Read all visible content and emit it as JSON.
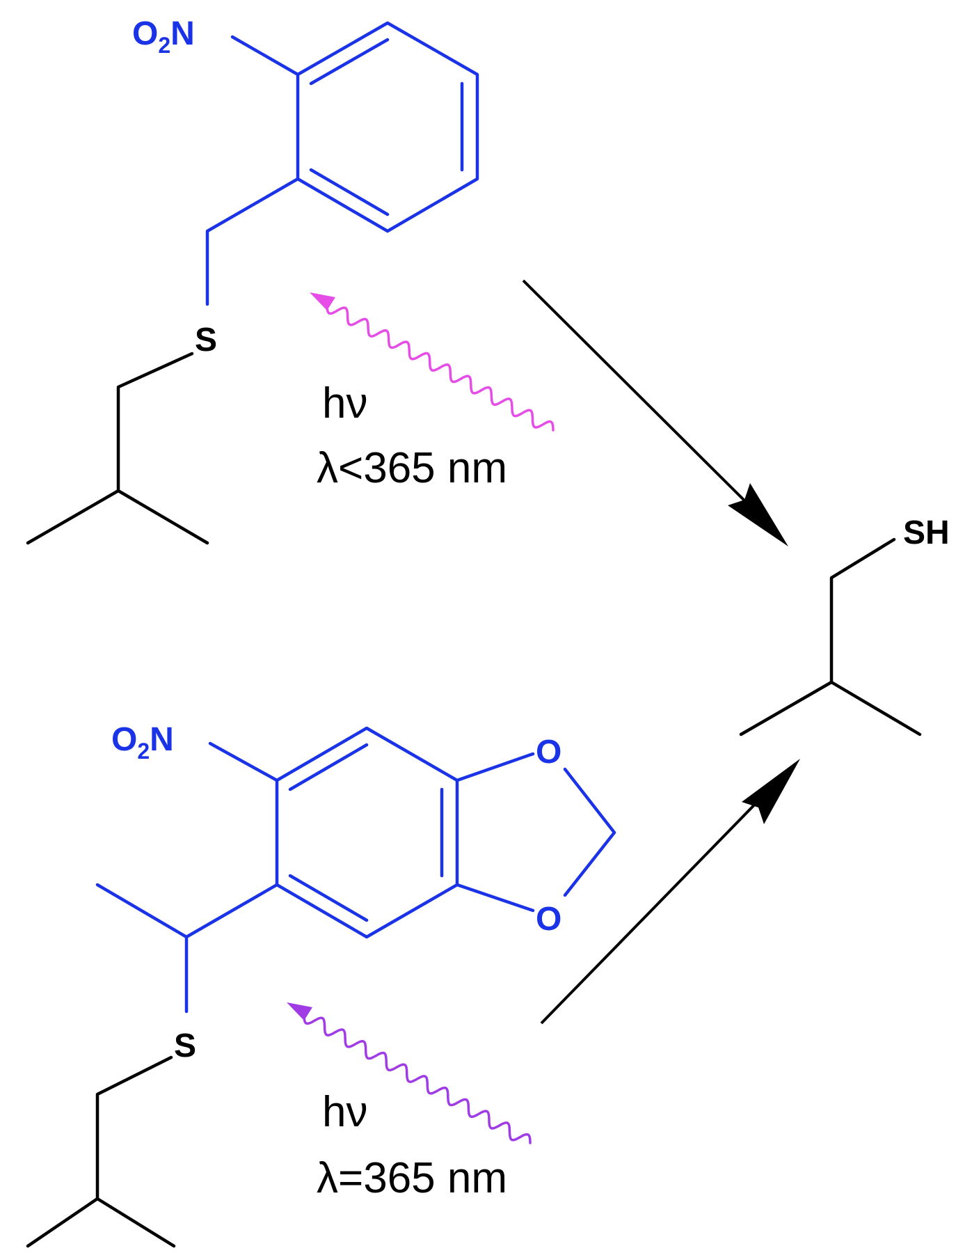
{
  "labels": {
    "top_nitro": {
      "main": "O",
      "sub": "2",
      "tail": "N"
    },
    "top_sulfur": "S",
    "bottom_nitro": {
      "main": "O",
      "sub": "2",
      "tail": "N"
    },
    "bottom_oxygen_1": "O",
    "bottom_oxygen_2": "O",
    "bottom_sulfur": "S",
    "product_thiol": "SH"
  },
  "conditions": {
    "top": {
      "line1": "hν",
      "line2": "λ<365 nm"
    },
    "bottom": {
      "line1": "hν",
      "line2": "λ=365 nm"
    }
  },
  "colors": {
    "protecting_group": "#1a33e6",
    "structure": "#000000",
    "light_top": "#e64ce6",
    "light_bottom": "#a03ce6"
  },
  "icons": {
    "top_light": "wavy-arrow-icon",
    "bottom_light": "wavy-arrow-icon",
    "reaction_arrows": "arrow-icon"
  }
}
